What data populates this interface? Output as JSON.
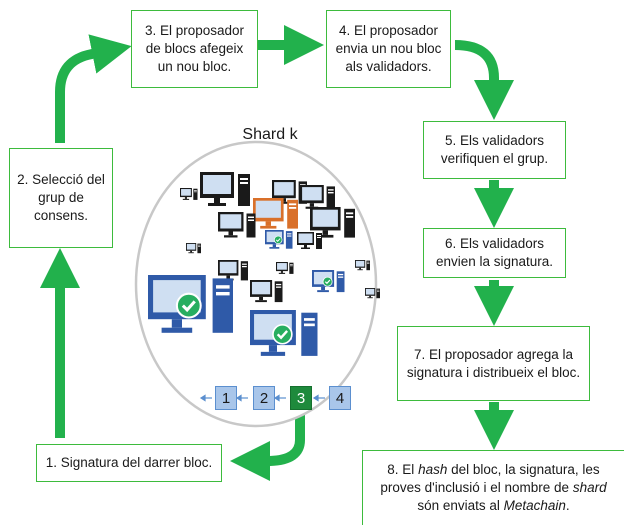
{
  "steps": {
    "s1": "1. Signatura del darrer bloc.",
    "s2": "2. Selecció del grup de consens.",
    "s3": "3. El proposador de blocs afegeix un nou bloc.",
    "s4": "4. El proposador envia un nou bloc als validadors.",
    "s5": "5. Els validadors verifiquen el grup.",
    "s6": "6. Els validadors envien la signatura.",
    "s7": "7. El proposador agrega la signatura i distribueix el bloc.",
    "s8": {
      "p1": "8. El ",
      "hash": "hash",
      "p2": " del bloc, la signatura, les proves d'inclusió i el nombre de ",
      "shard": "shard",
      "p3": " són enviats al ",
      "metachain": "Metachain",
      "p4": "."
    }
  },
  "shard_title": "Shard k",
  "chain": [
    "1",
    "2",
    "3",
    "4"
  ],
  "colors": {
    "arrow": "#22b14c",
    "box_border": "#3dbb3d",
    "validator": "#2f5aa8",
    "proposer": "#d9702a",
    "node": "#1a1a1a",
    "check": "#27ae60",
    "chain_block": "#a9c6ea",
    "chain_current": "#1e8a3c"
  },
  "icons": [
    "computer-icon",
    "checkmark-icon",
    "arrow-icon"
  ]
}
